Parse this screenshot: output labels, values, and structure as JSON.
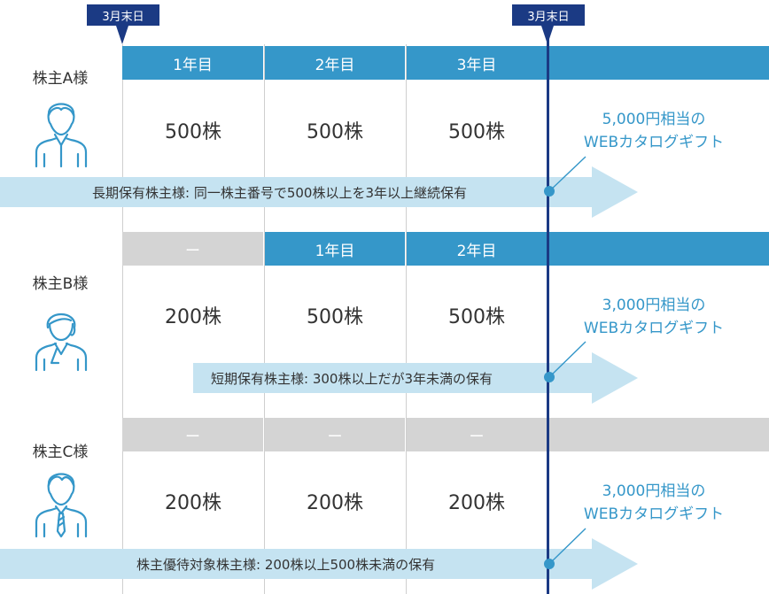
{
  "timeline": {
    "start_label": "3月末日",
    "end_label": "3月末日"
  },
  "rows": [
    {
      "name": "株主A様",
      "icon": "man-shirt-icon",
      "headers": [
        "1年目",
        "2年目",
        "3年目"
      ],
      "shares": [
        "500株",
        "500株",
        "500株"
      ],
      "arrow_label": "長期保有株主様: 同一株主番号で500株以上を3年以上継続保有",
      "gift_line1": "5,000円相当の",
      "gift_line2": "WEBカタログギフト"
    },
    {
      "name": "株主B様",
      "icon": "woman-icon",
      "headers": [
        "ー",
        "1年目",
        "2年目"
      ],
      "shares": [
        "200株",
        "500株",
        "500株"
      ],
      "arrow_label": "短期保有株主様: 300株以上だが3年未満の保有",
      "gift_line1": "3,000円相当の",
      "gift_line2": "WEBカタログギフト"
    },
    {
      "name": "株主C様",
      "icon": "man-tie-icon",
      "headers": [
        "ー",
        "ー",
        "ー"
      ],
      "shares": [
        "200株",
        "200株",
        "200株"
      ],
      "arrow_label": "株主優待対象株主様: 200株以上500株未満の保有",
      "gift_line1": "3,000円相当の",
      "gift_line2": "WEBカタログギフト"
    }
  ],
  "colors": {
    "header_blue": "#3597c9",
    "header_gray": "#d4d4d4",
    "arrow": "#c5e3f1",
    "deadline": "#1b3a84",
    "gift_text": "#3597c9"
  }
}
